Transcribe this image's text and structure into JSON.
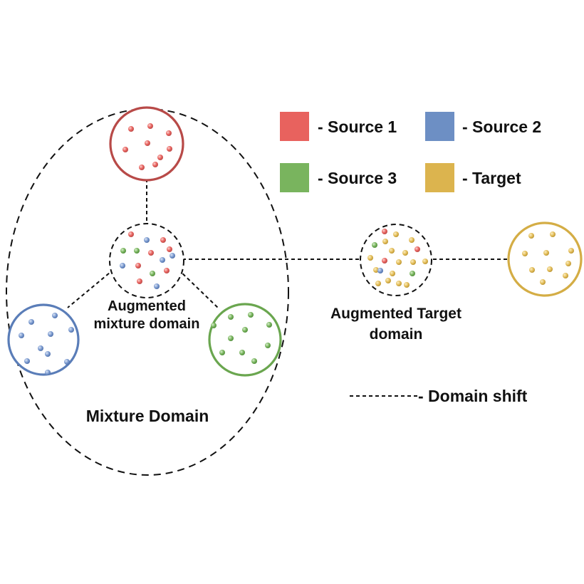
{
  "colors": {
    "source1": "#e8625e",
    "source2": "#6d8fc4",
    "source3": "#79b45e",
    "target": "#dcb44e",
    "source1_ring": "#b84a48",
    "source2_ring": "#5a7db8",
    "source3_ring": "#6aa64f",
    "target_ring": "#d4ad45"
  },
  "legend": {
    "source1": "- Source 1",
    "source2": "- Source 2",
    "source3": "- Source 3",
    "target": "- Target",
    "domain_shift": "- Domain shift"
  },
  "labels": {
    "augmented_mixture_line1": "Augmented",
    "augmented_mixture_line2": "mixture domain",
    "augmented_target_line1": "Augmented Target",
    "augmented_target_line2": "domain",
    "mixture_domain": "Mixture Domain"
  }
}
